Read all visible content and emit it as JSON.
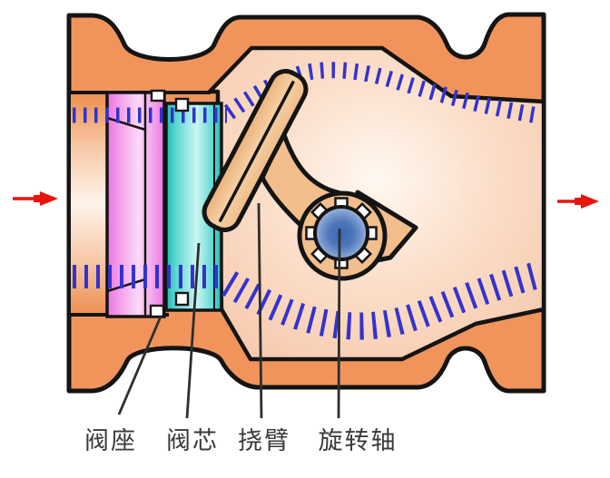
{
  "diagram": {
    "type": "swing-check-valve-cross-section",
    "labels": {
      "seat": "阀座",
      "core": "阀芯",
      "arm": "挠臂",
      "shaft": "旋转轴"
    },
    "flow": {
      "inlet_arrow": "left-to-right",
      "outlet_arrow": "left-to-right"
    },
    "colors": {
      "body": "#F0945C",
      "outline": "#141414",
      "chamber_center": "#FFF8F1",
      "chamber_edge": "#F5C3A5",
      "seat": "#EF7FE3",
      "core": "#25BCB8",
      "arm": "#F2BE8C",
      "shaft": "#3C66AF",
      "flow_dash": "#3333CE",
      "arrow": "#E9130C",
      "label_text": "#3B3B3B"
    }
  }
}
